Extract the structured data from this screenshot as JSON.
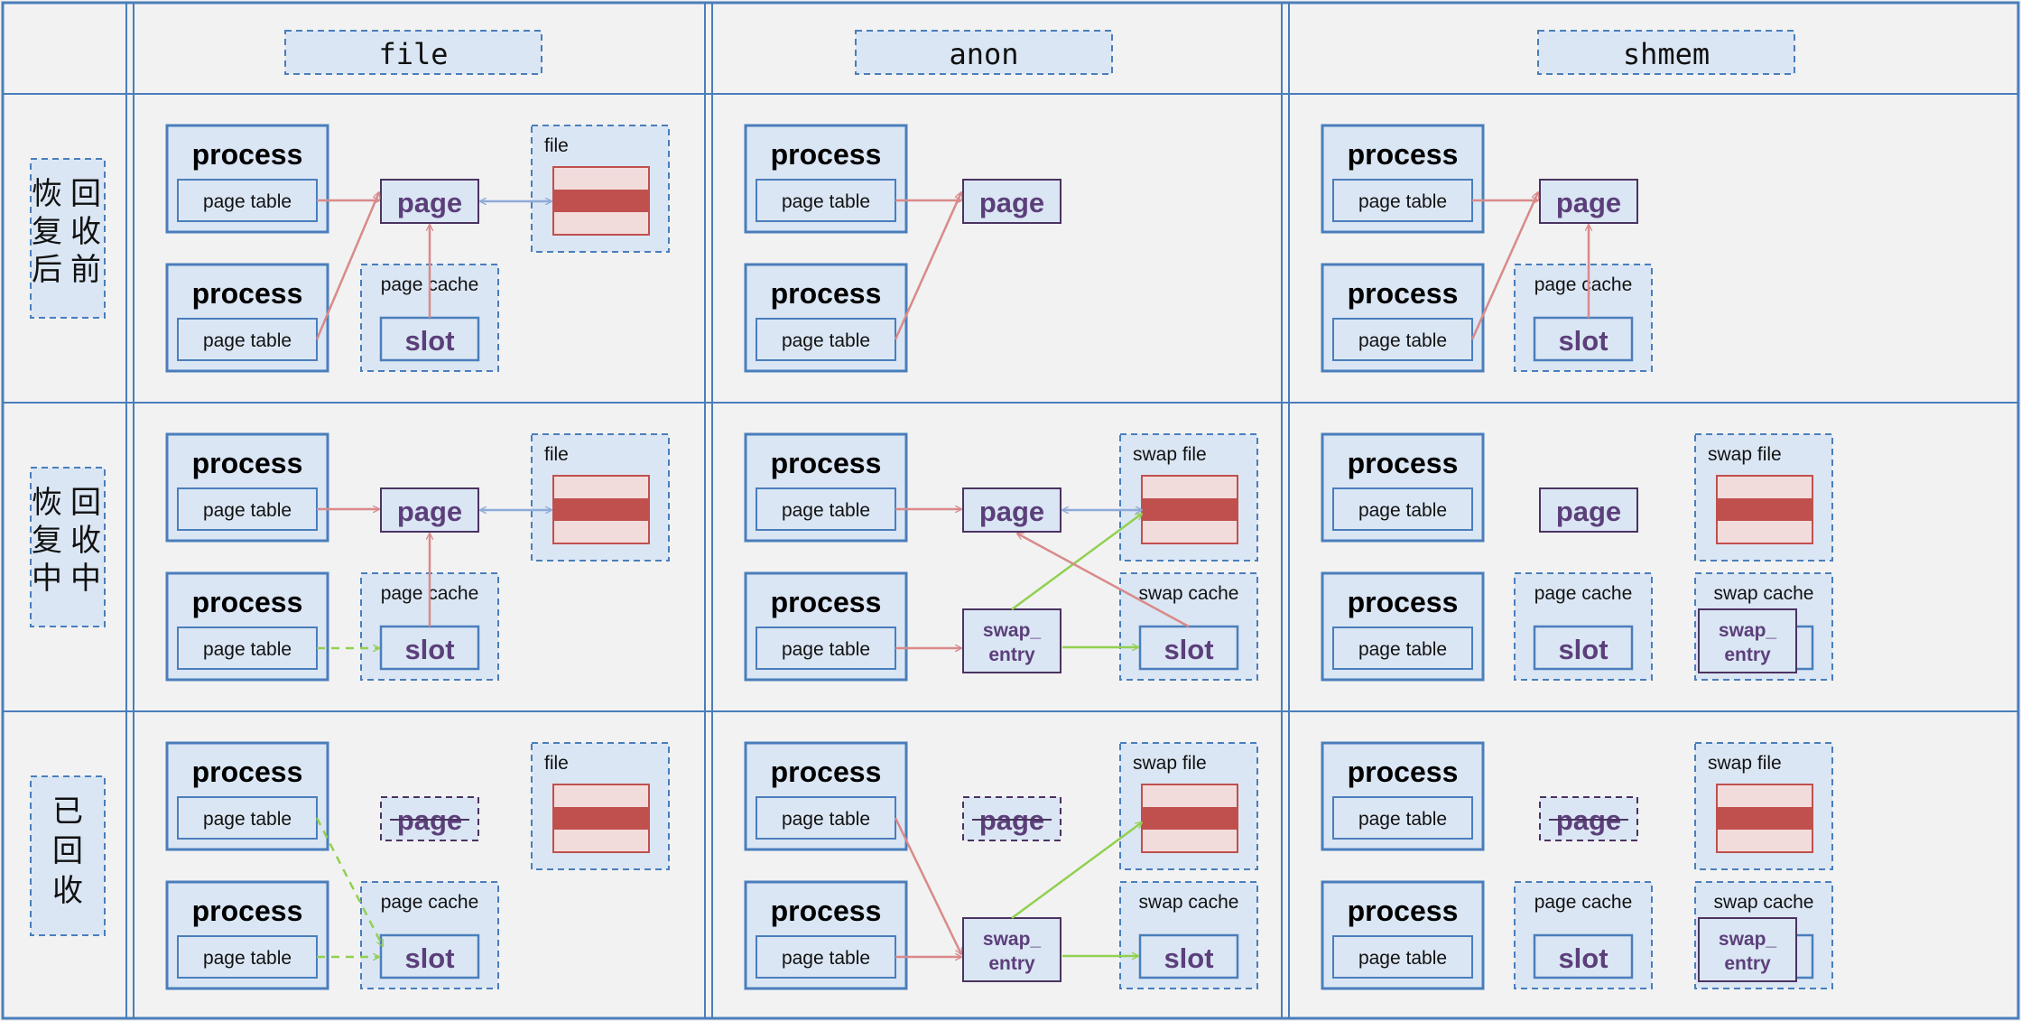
{
  "columns": [
    "file",
    "anon",
    "shmem"
  ],
  "rows": [
    {
      "label_lines": [
        "回收前",
        "恢复后"
      ]
    },
    {
      "label_lines": [
        "回收中",
        "恢复中"
      ]
    },
    {
      "label_lines": [
        "已回收"
      ]
    }
  ],
  "labels": {
    "process": "process",
    "page_table": "page table",
    "page": "page",
    "slot": "slot",
    "page_cache": "page cache",
    "file": "file",
    "swap_file": "swap file",
    "swap_cache": "swap cache",
    "swap_entry_line1": "swap_",
    "swap_entry_line2": "entry"
  },
  "colors": {
    "background": "#f2f2f2",
    "grid_line": "#4a7ebb",
    "box_fill": "#dbe6f4",
    "box_border": "#4a7ebb",
    "page_border": "#4b3361",
    "red_stripe": "#c0504d",
    "light_stripe": "#f2dcdb",
    "arrow_red": "#d98a8a",
    "arrow_blue": "#8eaad8",
    "arrow_green": "#92d050"
  }
}
